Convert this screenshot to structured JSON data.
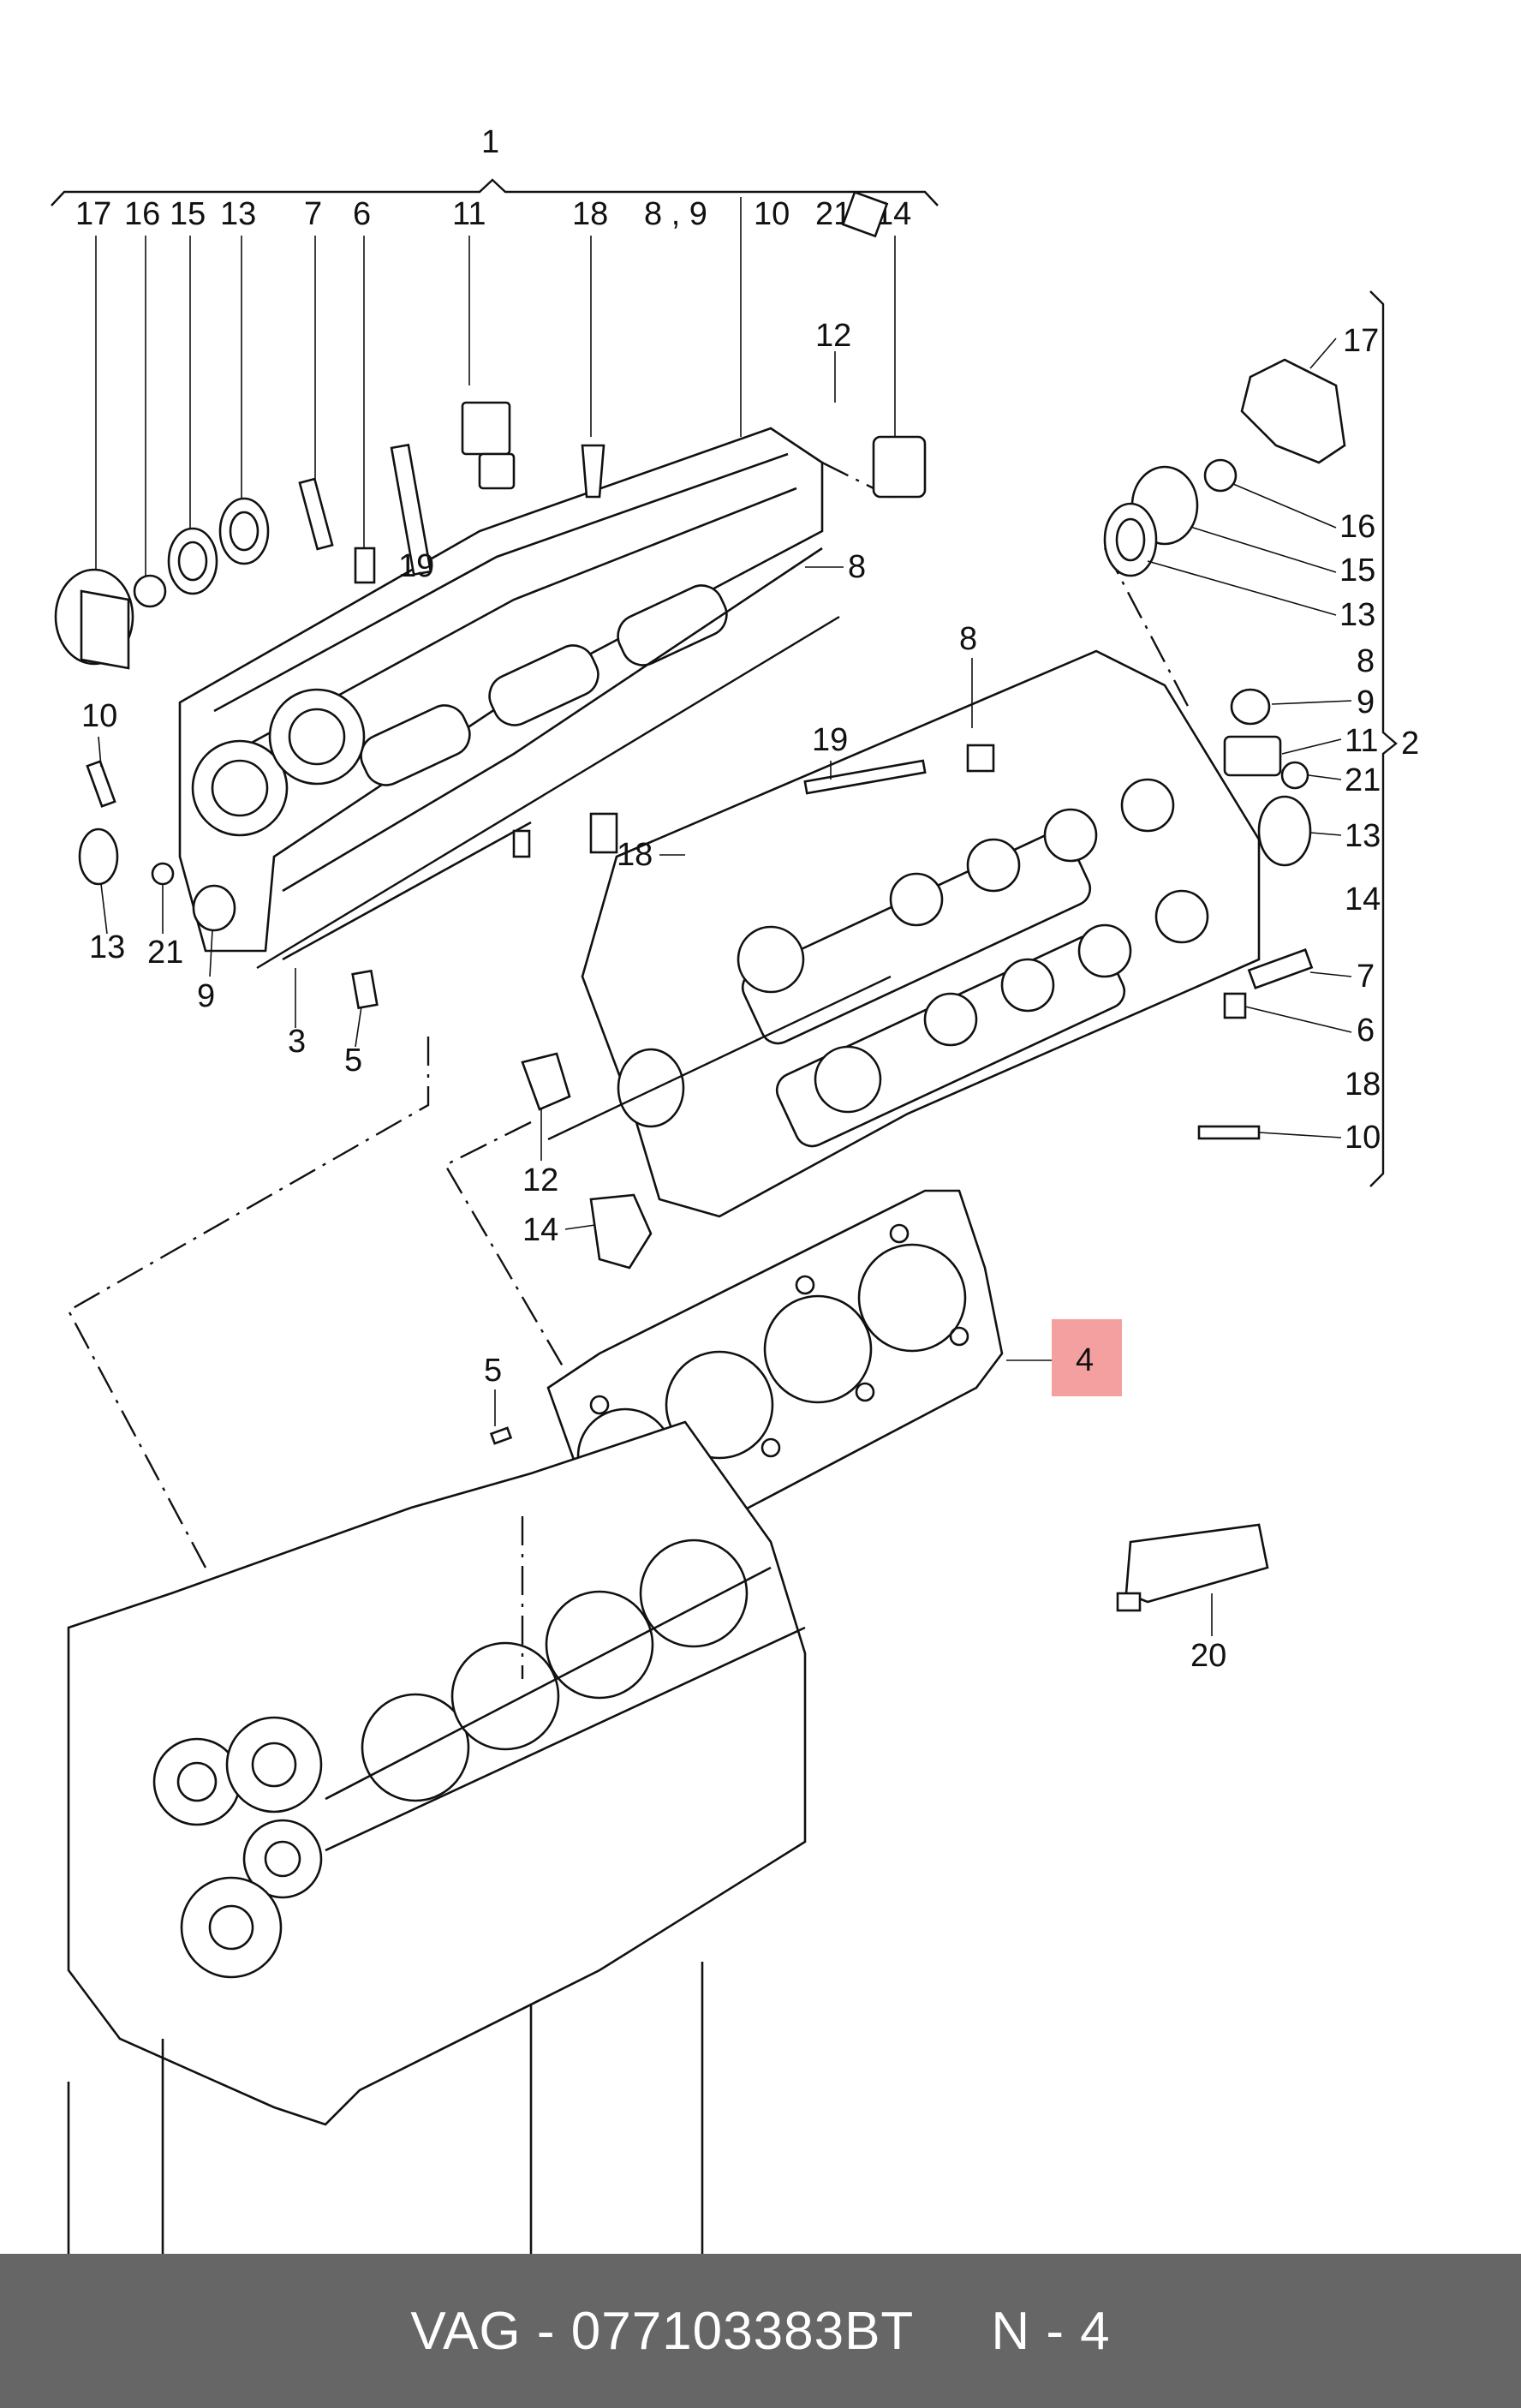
{
  "diagram": {
    "callouts": {
      "top_group": "1",
      "side_group": "2",
      "block_label": "3",
      "gasket": "4",
      "pin_upper": "5",
      "pin_lower": "5",
      "bolt_left_6": "6",
      "bolt_right_6": "6",
      "bolt_left_7": "7",
      "bolt_right_7": "7",
      "stud_8_9_top": "8 , 9",
      "stud_8_right": "8",
      "stud_8_mid": "8",
      "cup_9_left": "9",
      "cup_9_right": "9",
      "stud_10_top": "10",
      "stud_10_left": "10",
      "stud_10_right": "10",
      "sensor_11_top": "11",
      "sensor_11_right": "11",
      "cap_12_top": "12",
      "cap_12_bottom": "12",
      "seal_13_top": "13",
      "seal_13_left": "13",
      "seal_13_right_a": "13",
      "seal_13_right_b": "13",
      "plug_14_top": "14",
      "plug_14_right": "14",
      "plug_14_bottom": "14",
      "ring_15_top": "15",
      "ring_15_right": "15",
      "washer_16_top": "16",
      "washer_16_right": "16",
      "cover_17_top": "17",
      "cover_17_right": "17",
      "sender_18_top": "18",
      "sender_18_mid": "18",
      "sender_18_right": "18",
      "bolt_19_left": "19",
      "bolt_19_mid": "19",
      "sealant_20": "20",
      "plug_21_top": "21",
      "plug_21_left": "21",
      "plug_21_right": "21"
    },
    "highlight_color": "#f4a0a0"
  },
  "footer": {
    "part_code": "VAG - 077103383BT",
    "position": "N - 4",
    "background": "#666666"
  }
}
